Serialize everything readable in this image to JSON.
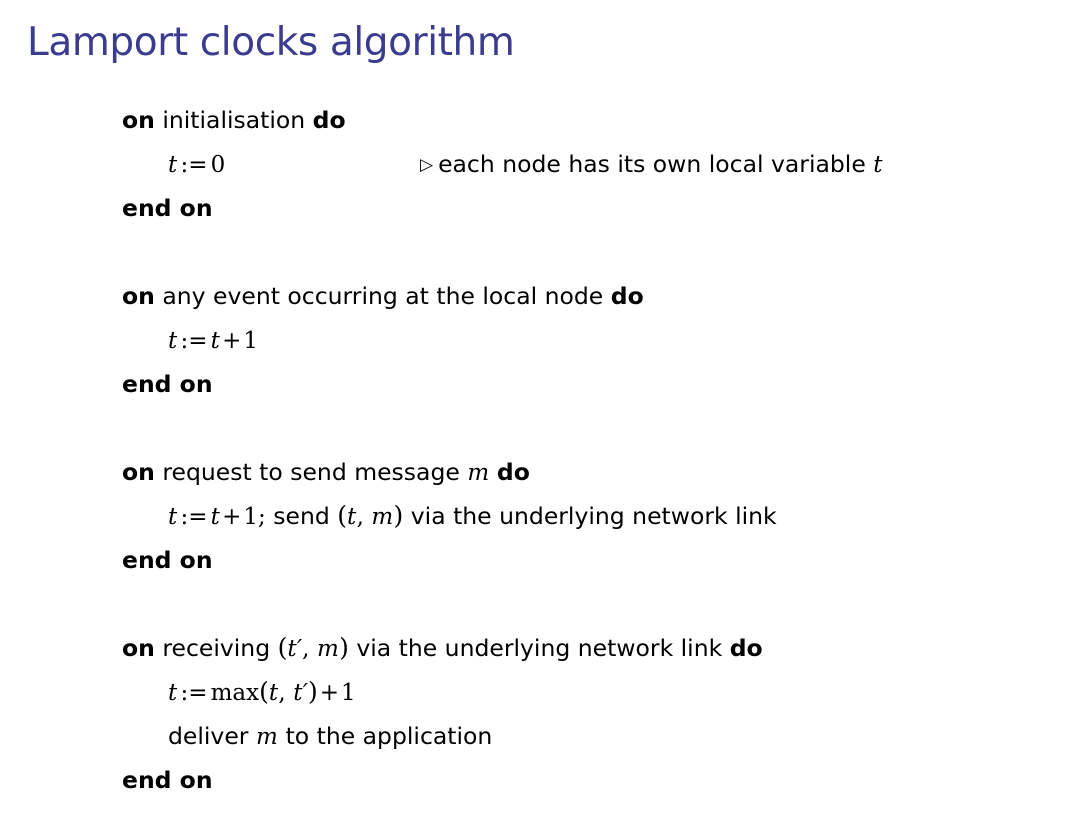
{
  "slide": {
    "title": "Lamport clocks algorithm",
    "title_color": "#3b3b8f",
    "background_color": "#ffffff",
    "text_color": "#000000"
  },
  "keywords": {
    "on": "on",
    "do": "do",
    "end_on": "end on"
  },
  "symbols": {
    "triangle": "▷",
    "assign": ":=",
    "plus": "+",
    "comma": ",",
    "semicolon": ";",
    "open_paren": "(",
    "close_paren": ")",
    "prime": "′",
    "var_t": "t",
    "var_m": "m",
    "zero": "0",
    "one": "1",
    "max": "max"
  },
  "algorithm": {
    "blocks": [
      {
        "id": "initialisation",
        "header_text": "initialisation",
        "lines": [
          {
            "id": "init-assign",
            "code": "t := 0",
            "comment": "each node has its own local variable t"
          }
        ]
      },
      {
        "id": "local-event",
        "header_text": "any event occurring at the local node",
        "lines": [
          {
            "id": "local-increment",
            "code": "t := t + 1",
            "comment": ""
          }
        ]
      },
      {
        "id": "send-message",
        "header_text": "request to send message m",
        "lines": [
          {
            "id": "send-increment-and-send",
            "code": "t := t + 1; send (t, m) via the underlying network link",
            "comment": ""
          }
        ]
      },
      {
        "id": "receive-message",
        "header_text": "receiving (t′, m) via the underlying network link",
        "lines": [
          {
            "id": "receive-max",
            "code": "t := max(t, t′) + 1",
            "comment": ""
          },
          {
            "id": "receive-deliver",
            "code": "deliver m to the application",
            "comment": ""
          }
        ]
      }
    ],
    "text_fragments": {
      "b1_header_mid": "initialisation",
      "b1_comment": "each node has its own local variable",
      "b2_header_mid": "any event occurring at the local node",
      "b3_header_mid": "request to send message",
      "b3_send_word": "send",
      "b3_send_tail": "via the underlying network link",
      "b4_header_mid": "receiving",
      "b4_header_tail": "via the underlying network link",
      "b4_deliver_head": "deliver",
      "b4_deliver_tail": "to the application"
    }
  }
}
